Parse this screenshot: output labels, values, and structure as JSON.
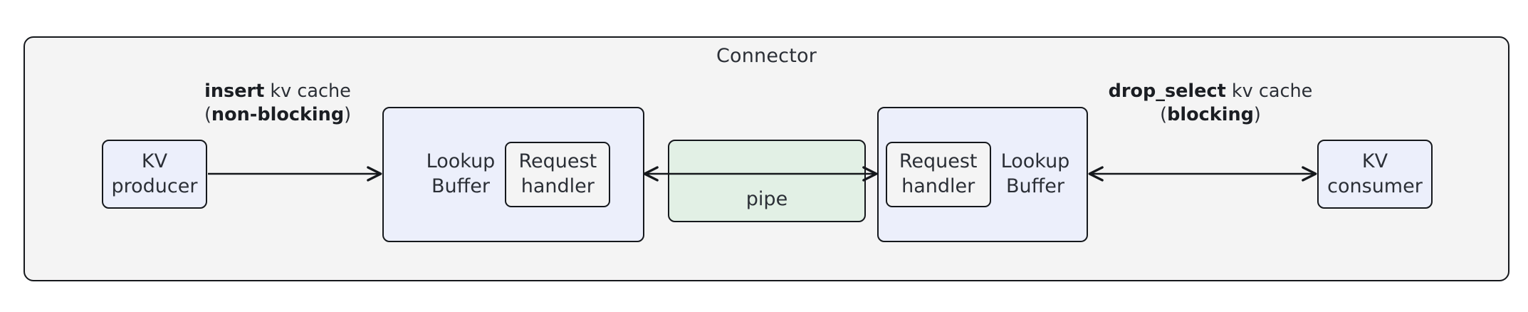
{
  "diagram": {
    "container": {
      "title": "Connector",
      "fill": "#f4f4f4",
      "stroke": "#15181c"
    },
    "colors": {
      "node_blue": "#eceffb",
      "node_green": "#e2f0e5",
      "surface": "#f4f4f4",
      "stroke": "#15181c",
      "text": "#2b2f36"
    },
    "nodes": {
      "kv_producer": {
        "label": "KV\nproducer"
      },
      "kv_consumer": {
        "label": "KV\nconsumer"
      },
      "lookup_buffer_left": {
        "label": "Lookup\nBuffer"
      },
      "lookup_buffer_right": {
        "label": "Lookup\nBuffer"
      },
      "request_handler_left": {
        "label": "Request\nhandler"
      },
      "request_handler_right": {
        "label": "Request\nhandler"
      },
      "pipe": {
        "label": "pipe"
      }
    },
    "edges": {
      "insert": {
        "emphasis": "insert",
        "rest": " kv cache",
        "paren_open": "(",
        "mode": "non-blocking",
        "paren_close": ")",
        "direction": "right"
      },
      "drop_select": {
        "emphasis": "drop_select",
        "rest": " kv cache",
        "paren_open": "(",
        "mode": "blocking",
        "paren_close": ")",
        "direction": "bidirectional"
      },
      "pipe_edge": {
        "direction": "bidirectional"
      }
    }
  }
}
